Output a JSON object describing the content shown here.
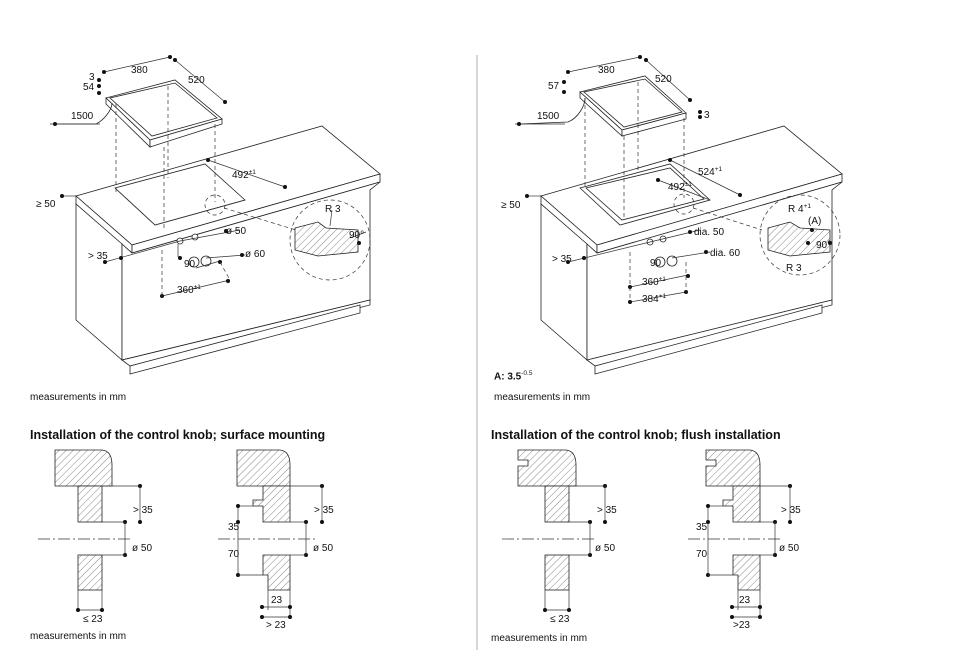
{
  "left": {
    "dims": {
      "w380": "380",
      "d520": "520",
      "t3": "3",
      "h54": "54",
      "cable": "1500",
      "cut492": "492",
      "cut492_tol": "±1",
      "edge50": "≥ 50",
      "gt35": "> 35",
      "dia50": "ø 50",
      "dia60": "ø 60",
      "d90": "90",
      "d360": "360",
      "d360_tol": "±1",
      "r3": "R 3",
      "ang90": "90°"
    },
    "note": "measurements in mm",
    "title": "Installation of the control knob; surface mounting",
    "sections": {
      "a": {
        "gt35": "> 35",
        "dia50": "ø 50",
        "le23": "≤ 23"
      },
      "b": {
        "d35": "35",
        "d70": "70",
        "gt35": "> 35",
        "dia50": "ø 50",
        "d23": "23",
        "gt23": "> 23"
      }
    },
    "note2": "measurements in mm"
  },
  "right": {
    "dims": {
      "w380": "380",
      "d520": "520",
      "h57": "57",
      "t3": "3",
      "cable": "1500",
      "cut524": "524",
      "cut524_tol": "+1",
      "cut492": "492",
      "cut492_tol": "±1",
      "edge50": "≥ 50",
      "gt35": "> 35",
      "dia50": "dia. 50",
      "dia60": "dia. 60",
      "d90": "90",
      "d360": "360",
      "d360_tol": "±1",
      "d384": "384",
      "d384_tol": "+1",
      "r4": "R 4",
      "r4_tol": "+1",
      "a": "(A)",
      "ang90": "90°",
      "r3": "R 3"
    },
    "a_note": "A: 3.5",
    "a_note_tol": "-0.5",
    "note": "measurements in mm",
    "title": "Installation of the control knob; flush installation",
    "sections": {
      "a": {
        "gt35": "> 35",
        "dia50": "ø 50",
        "le23": "≤ 23"
      },
      "b": {
        "d35": "35",
        "d70": "70",
        "gt35": "> 35",
        "dia50": "ø 50",
        "d23": "23",
        "gt23": ">23"
      }
    },
    "note2": "measurements in mm"
  }
}
